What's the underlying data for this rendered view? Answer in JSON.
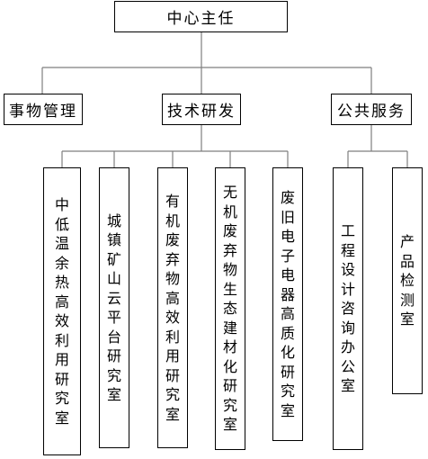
{
  "root": {
    "label": "中心主任"
  },
  "departments": [
    {
      "label": "事物管理"
    },
    {
      "label": "技术研发"
    },
    {
      "label": "公共服务"
    }
  ],
  "labs": [
    {
      "label": "中低温余热高效利用研究室"
    },
    {
      "label": "城镇矿山云平台研究室"
    },
    {
      "label": "有机废弃物高效利用研究室"
    },
    {
      "label": "无机废弃物生态建材化研究室"
    },
    {
      "label": "废旧电子电器高质化研究室"
    },
    {
      "label": "工程设计咨询办公室"
    },
    {
      "label": "产品检测室"
    }
  ],
  "colors": {
    "line": "#7f7f7f",
    "border": "#000000",
    "background": "#ffffff"
  }
}
